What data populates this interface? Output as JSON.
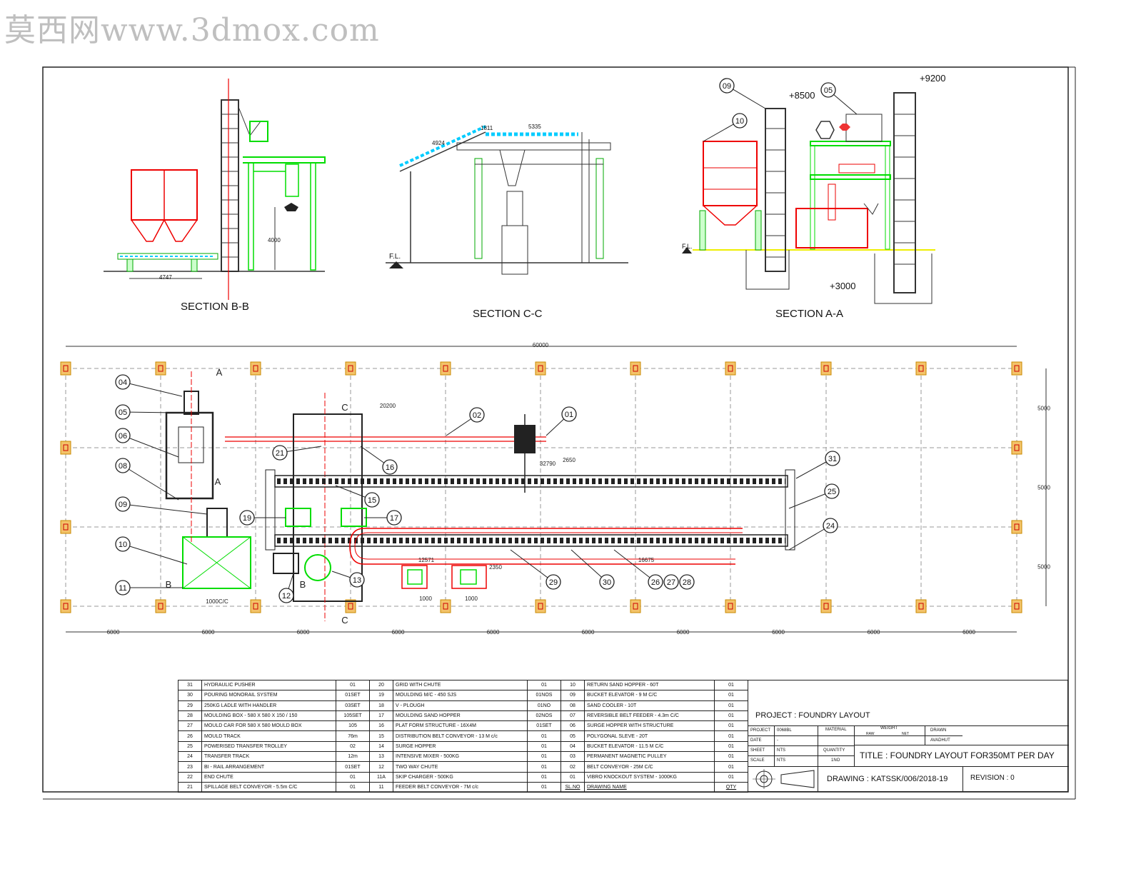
{
  "watermark": "莫西网www.3dmox.com",
  "sections": [
    {
      "title": "SECTION B-B",
      "dims": [
        "4747",
        "4000"
      ]
    },
    {
      "title": "SECTION C-C",
      "dims": [
        "4924",
        "1811",
        "5335"
      ],
      "floor_label": "F.L."
    },
    {
      "title": "SECTION A-A",
      "levels": [
        "+8500",
        "+9200",
        "+3000"
      ],
      "floor_label": "F.L.",
      "balloons": [
        "09",
        "10",
        "05"
      ]
    }
  ],
  "plan": {
    "overall_dim": "60000",
    "bay_dims": [
      "6000",
      "6000",
      "6000",
      "6000",
      "6000",
      "6000",
      "6000",
      "6000",
      "6000",
      "6000"
    ],
    "side_dims": [
      "5000",
      "5000",
      "5000"
    ],
    "internal_dims": [
      "20200",
      "2650",
      "32790",
      "12571",
      "16675",
      "2350",
      "1000",
      "1000",
      "1000C/C"
    ],
    "section_markers": [
      "A",
      "A",
      "B",
      "B",
      "C",
      "C"
    ],
    "balloons_left": [
      "04",
      "05",
      "06",
      "08",
      "09",
      "10",
      "11"
    ],
    "balloons_mid": [
      "21",
      "16",
      "15",
      "19",
      "17",
      "12",
      "13",
      "02",
      "01"
    ],
    "balloons_right": [
      "31",
      "25",
      "24",
      "29",
      "30",
      "26",
      "27",
      "28"
    ]
  },
  "bom": {
    "rows": [
      [
        "31",
        "HYDRAULIC PUSHER",
        "01",
        "20",
        "GRID WITH CHUTE",
        "01",
        "10",
        "RETURN SAND HOPPER - 60T",
        "01"
      ],
      [
        "30",
        "POURING MONORAIL SYSTEM",
        "01SET",
        "19",
        "MOULDING M/C - 450 SJS",
        "01NOS",
        "09",
        "BUCKET ELEVATOR - 9 M C/C",
        "01"
      ],
      [
        "29",
        "250KG LADLE WITH HANDLER",
        "03SET",
        "18",
        "V - PLOUGH",
        "01NO",
        "08",
        "SAND COOLER - 10T",
        "01"
      ],
      [
        "28",
        "MOULDING BOX - 580 X 580 X 150 / 150",
        "105SET",
        "17",
        "MOULDING SAND HOPPER",
        "02NOS",
        "07",
        "REVERSIBLE BELT FEEDER - 4.3m C/C",
        "01"
      ],
      [
        "27",
        "MOULD CAR FOR 580 X 580 MOULD BOX",
        "105",
        "16",
        "PLAT FORM STRUCTURE - 16X4M",
        "01SET",
        "06",
        "SURGE HOPPER WITH STRUCTURE",
        "01"
      ],
      [
        "26",
        "MOULD TRACK",
        "76m",
        "15",
        "DISTRIBUTION BELT CONVEYOR - 13 M c/c",
        "01",
        "05",
        "POLYGONAL SLEVE - 20T",
        "01"
      ],
      [
        "25",
        "POWERISED TRANSFER TROLLEY",
        "02",
        "14",
        "SURGE HOPPER",
        "01",
        "04",
        "BUCKET ELEVATOR - 11.5 M C/C",
        "01"
      ],
      [
        "24",
        "TRANSFER TRACK",
        "12m",
        "13",
        "INTENSIVE MIXER - 500KG",
        "01",
        "03",
        "PERMANENT MAGNETIC PULLEY",
        "01"
      ],
      [
        "23",
        "BI - RAIL ARRANGEMENT",
        "01SET",
        "12",
        "TWO WAY CHUTE",
        "01",
        "02",
        "BELT CONVEYOR - 25M C/C",
        "01"
      ],
      [
        "22",
        "END CHUTE",
        "01",
        "11A",
        "SKIP CHARGER - 500KG",
        "01",
        "01",
        "VIBRO KNOCKOUT SYSTEM - 1000KG",
        "01"
      ],
      [
        "21",
        "SPILLAGE BELT CONVEYOR - 5.5m C/C",
        "01",
        "11",
        "FEEDER BELT CONVEYOR - 7M c/c",
        "01",
        "SL.NO",
        "DRAWING NAME",
        "QTY"
      ]
    ]
  },
  "title_block": {
    "project": "PROJECT : FOUNDRY LAYOUT",
    "title": "TITLE : FOUNDRY LAYOUT FOR350MT PER DAY",
    "drawing": "DRAWING : KATSSK/006/2018-19",
    "revision": "REVISION : 0",
    "material_label": "MATERIAL",
    "weight_label": "WEIGHT",
    "drawn_label": "DRAWN",
    "drawn_by": "AVADHUT",
    "quantity_label": "QUANTITY",
    "quantity": "1NO",
    "small_labels": [
      "PROJECT",
      "DATE",
      "SHEET",
      "SCALE"
    ],
    "small_values": [
      "0068BL",
      "-",
      "NTS",
      "NTS"
    ],
    "weight_sub": [
      "RAW",
      "NET"
    ]
  }
}
